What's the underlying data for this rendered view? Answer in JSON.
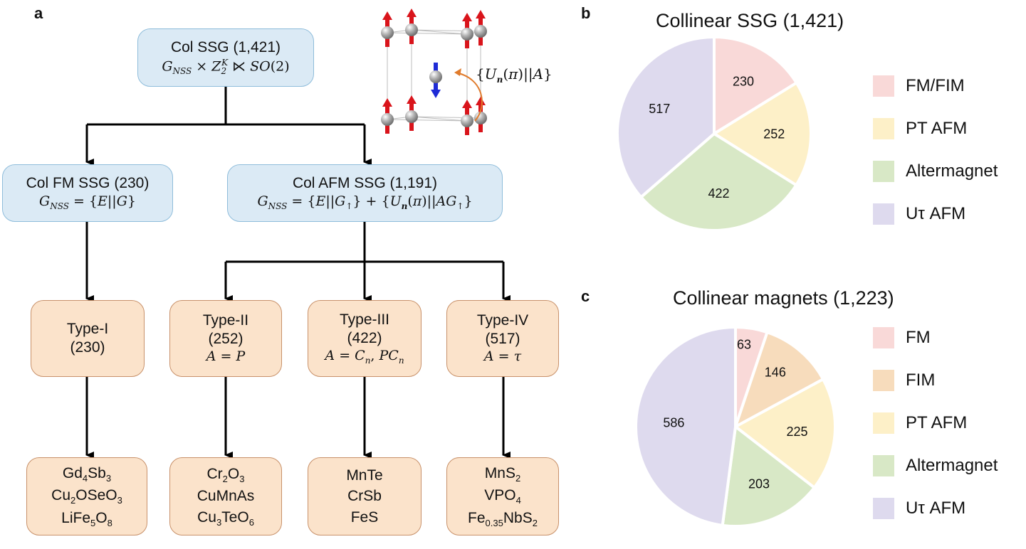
{
  "panel_labels": {
    "a": "a",
    "b": "b",
    "c": "c"
  },
  "colors": {
    "node_blue_fill": "#dbeaf5",
    "node_blue_border": "#8fbddb",
    "node_orange_fill": "#fbe3cb",
    "node_orange_border": "#c8916a",
    "spin_up": "#d9141b",
    "spin_down": "#1f2bd6",
    "atom": "#9a9a9a",
    "operation_arrow": "#e07b2c"
  },
  "diagram": {
    "root": {
      "title": "Col SSG (1,421)",
      "formula": "G_NSS × Z_2^K ⋉ SO(2)"
    },
    "fm": {
      "title": "Col FM SSG (230)",
      "formula": "G_NSS = {E||G}"
    },
    "afm": {
      "title": "Col AFM SSG (1,191)",
      "formula": "G_NSS = {E||G↑} + {U_n(π)||AG↑}"
    },
    "inset": {
      "operation": "{U_n(π)||A}"
    },
    "types": [
      {
        "name": "Type-I",
        "count": "(230)",
        "condition": ""
      },
      {
        "name": "Type-II",
        "count": "(252)",
        "condition": "A = P"
      },
      {
        "name": "Type-III",
        "count": "(422)",
        "condition": "A = C_n, PC_n"
      },
      {
        "name": "Type-IV",
        "count": "(517)",
        "condition": "A = τ"
      }
    ],
    "examples": [
      [
        "Gd4Sb3",
        "Cu2OSeO3",
        "LiFe5O8"
      ],
      [
        "Cr2O3",
        "CuMnAs",
        "Cu3TeO6"
      ],
      [
        "MnTe",
        "CrSb",
        "FeS"
      ],
      [
        "MnS2",
        "VPO4",
        "Fe0.35NbS2"
      ]
    ]
  },
  "chart_data": [
    {
      "type": "pie",
      "title": "Collinear SSG (1,421)",
      "categories": [
        "FM/FIM",
        "PT AFM",
        "Altermagnet",
        "Uτ AFM"
      ],
      "values": [
        230,
        252,
        422,
        517
      ],
      "colors": [
        "#f9d9d8",
        "#fdf0c8",
        "#d8e8c6",
        "#dedaee"
      ],
      "start": "top",
      "direction": "clockwise",
      "legend_position": "right"
    },
    {
      "type": "pie",
      "title": "Collinear magnets (1,223)",
      "categories": [
        "FM",
        "FIM",
        "PT AFM",
        "Altermagnet",
        "Uτ AFM"
      ],
      "values": [
        63,
        146,
        225,
        203,
        586
      ],
      "colors": [
        "#f9d9d8",
        "#f7dcbc",
        "#fdf0c8",
        "#d8e8c6",
        "#dedaee"
      ],
      "start": "top",
      "direction": "clockwise",
      "legend_position": "right"
    }
  ]
}
